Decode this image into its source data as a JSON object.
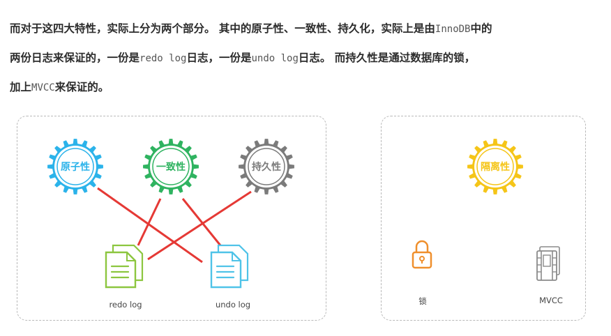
{
  "paragraph": {
    "line1_a": "而对于这四大特性，实际上分为两个部分。 其中的原子性、一致性、持久化，实际上是由",
    "line1_code": "InnoDB",
    "line1_b": "中的",
    "line2_a": "两份日志来保证的，一份是",
    "line2_code1": "redo log",
    "line2_b": "日志，一份是",
    "line2_code2": "undo log",
    "line2_c": "日志。 而持久性是通过数据库的锁，",
    "line3_a": "加上",
    "line3_code": "MVCC",
    "line3_b": "来保证的。"
  },
  "diagram_left": {
    "gears": [
      {
        "label": "原子性",
        "color": "#2bb3ea"
      },
      {
        "label": "一致性",
        "color": "#2fb360"
      },
      {
        "label": "持久性",
        "color": "#7b7b7b"
      }
    ],
    "docs": [
      {
        "label": "redo log",
        "color": "#8cc63f"
      },
      {
        "label": "undo log",
        "color": "#4fc3e8"
      }
    ],
    "line_color": "#e53935"
  },
  "diagram_right": {
    "gear": {
      "label": "隔离性",
      "color": "#f5c518"
    },
    "lock_label": "锁",
    "lock_color": "#ef8f2c",
    "mvcc_label": "MVCC",
    "mvcc_color": "#8a8a8a"
  }
}
